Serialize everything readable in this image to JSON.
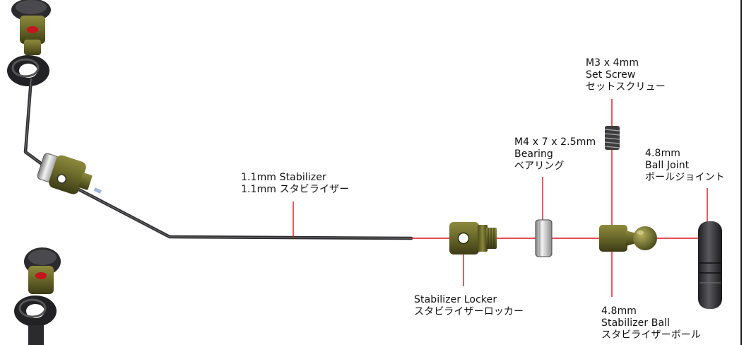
{
  "parts": {
    "stabilizer": {
      "line1": "1.1mm Stabilizer",
      "line2": "1.1mm スタビライザー"
    },
    "locker": {
      "line1": "Stabilizer Locker",
      "line2": "スタビライザーロッカー"
    },
    "bearing": {
      "line1": "M4 x 7 x 2.5mm",
      "line2": "Bearing",
      "line3": "ベアリング"
    },
    "set_screw": {
      "line1": "M3 x 4mm",
      "line2": "Set Screw",
      "line3": "セットスクリュー"
    },
    "stabilizer_ball": {
      "line1": "4.8mm",
      "line2": "Stabilizer Ball",
      "line3": "スタビライザーボール"
    },
    "ball_joint": {
      "line1": "4.8mm",
      "line2": "Ball Joint",
      "line3": "ボールジョイント"
    }
  },
  "colors": {
    "leader_line": "#e0141e",
    "olive_part": "#6b6a2a",
    "rod": "#2e2e30",
    "rubber": "#2a2a2c"
  }
}
